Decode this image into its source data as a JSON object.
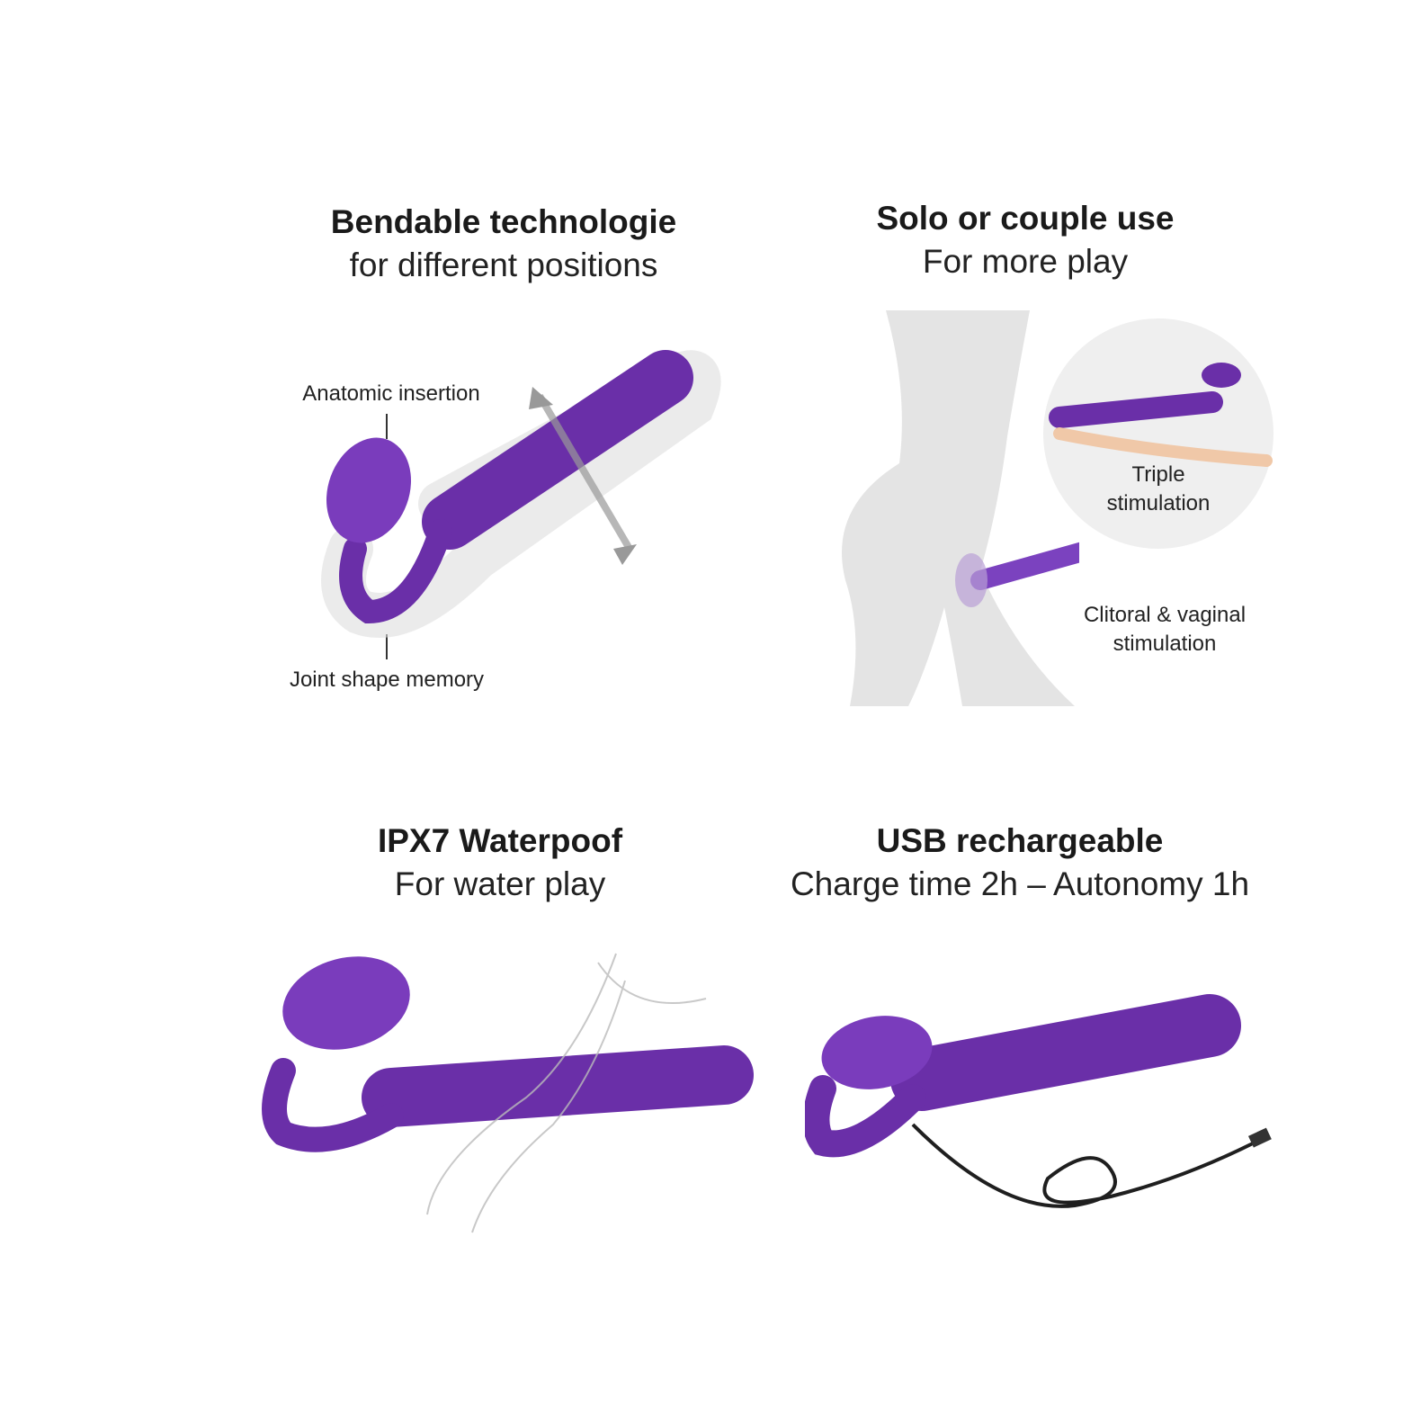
{
  "panels": [
    {
      "title": "Bendable technologie",
      "subtitle": "for different positions",
      "labels": [
        "Anatomic insertion",
        "Joint shape memory"
      ]
    },
    {
      "title": "Solo or couple use",
      "subtitle": "For more play",
      "labels": [
        "Triple stimulation",
        "Clitoral & vaginal stimulation"
      ]
    },
    {
      "title": "IPX7 Waterpoof",
      "subtitle": "For water play",
      "labels": []
    },
    {
      "title": "USB rechargeable",
      "subtitle": "Charge time 2h – Autonomy 1h",
      "labels": []
    }
  ],
  "colors": {
    "product": "#6a2fa8",
    "product_light": "#8a4fc8",
    "silhouette": "#e2e2e2",
    "circle": "#efefef",
    "cable": "#1f1f1f"
  }
}
